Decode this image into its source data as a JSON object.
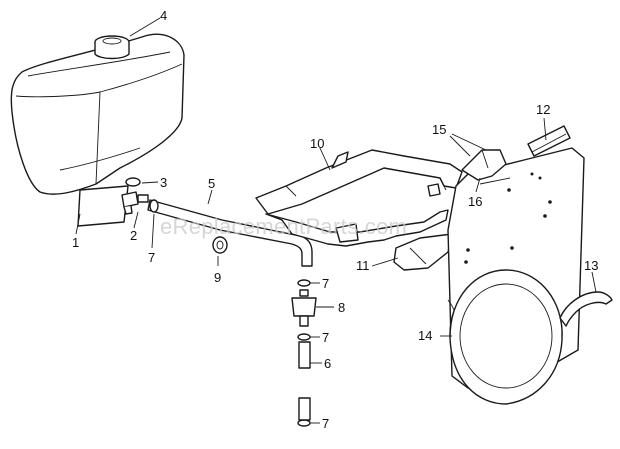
{
  "watermark": "eReplacementParts.com",
  "callouts": {
    "c1": "1",
    "c2": "2",
    "c3": "3",
    "c4": "4",
    "c5": "5",
    "c6": "6",
    "c7a": "7",
    "c7b": "7",
    "c7c": "7",
    "c7d": "7",
    "c8": "8",
    "c9": "9",
    "c10": "10",
    "c11": "11",
    "c12": "12",
    "c13": "13",
    "c14": "14",
    "c15": "15",
    "c16": "16"
  }
}
